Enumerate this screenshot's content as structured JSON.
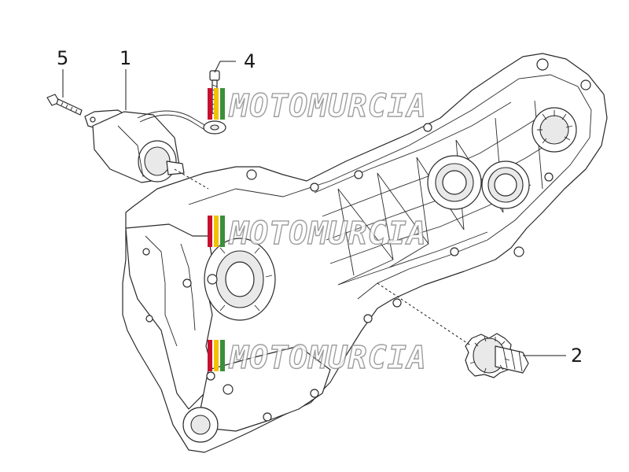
{
  "callouts": [
    {
      "id": "1",
      "label": "1"
    },
    {
      "id": "2",
      "label": "2"
    },
    {
      "id": "4",
      "label": "4"
    },
    {
      "id": "5",
      "label": "5"
    }
  ],
  "watermark": {
    "text": "MOTOMURCIA",
    "flag_colors": [
      "#c8102e",
      "#f2c200",
      "#3a8f3a"
    ]
  }
}
